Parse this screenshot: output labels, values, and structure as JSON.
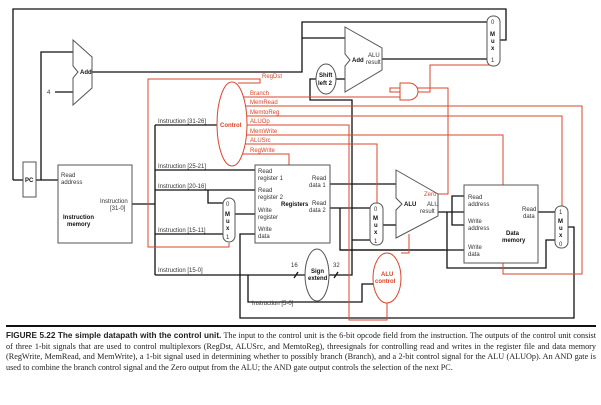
{
  "diagram": {
    "accent_color": "#d9462b",
    "pc": "PC",
    "pc_adder": "Add",
    "const_four": "4",
    "branch_adder": "Add",
    "branch_adder_result": [
      "ALU",
      "result"
    ],
    "shift_left": [
      "Shift",
      "left 2"
    ],
    "mux_letters": [
      "M",
      "u",
      "x"
    ],
    "mux_top": [
      "0",
      "1"
    ],
    "mux_regdst": [
      "0",
      "1"
    ],
    "mux_alusrc": [
      "0",
      "1"
    ],
    "mux_memtoreg": [
      "1",
      "0"
    ],
    "instruction_memory": {
      "read_address": [
        "Read",
        "address"
      ],
      "instruction": [
        "Instruction",
        "[31-0]"
      ],
      "name": [
        "Instruction",
        "memory"
      ]
    },
    "instruction_fields": [
      "Instruction [31-26]",
      "Instruction [25-21]",
      "Instruction [20-16]",
      "Instruction [15-11]",
      "Instruction [15-0]",
      "Instruction [5-0]"
    ],
    "control": "Control",
    "control_signals": [
      "RegDst",
      "Branch",
      "MemRead",
      "MemtoReg",
      "ALUOp",
      "MemWrite",
      "ALUSrc",
      "RegWrite"
    ],
    "registers": {
      "name": "Registers",
      "read_reg1": [
        "Read",
        "register 1"
      ],
      "read_reg2": [
        "Read",
        "register 2"
      ],
      "write_reg": [
        "Write",
        "register"
      ],
      "write_data": [
        "Write",
        "data"
      ],
      "read_data1": [
        "Read",
        "data 1"
      ],
      "read_data2": [
        "Read",
        "data 2"
      ]
    },
    "sign_extend": [
      "Sign",
      "extend"
    ],
    "bits_in": "16",
    "bits_out": "32",
    "alu": {
      "name": "ALU",
      "zero": "Zero",
      "result": [
        "ALU",
        "result"
      ]
    },
    "alu_control": [
      "ALU",
      "control"
    ],
    "data_memory": {
      "name": [
        "Data",
        "memory"
      ],
      "read_address": [
        "Read",
        "address"
      ],
      "write_address": [
        "Write",
        "address"
      ],
      "write_data": [
        "Write",
        "data"
      ],
      "read_data": [
        "Read",
        "data"
      ]
    }
  },
  "caption": {
    "label": "FIGURE 5.22 The simple datapath with the control unit.",
    "text": "The input to the control unit is the 6-bit opcode field from the instruction. The outputs of the control unit consist of three 1-bit signals that are used to control multiplexors (RegDst, ALUSrc, and MemtoReg), threesignals for controlling read and writes in the register file and data memory (RegWrite, MemRead, and MemWrite), a 1-bit signal used in determining whether to possibly branch (Branch), and a 2-bit control signal for the ALU (ALUOp). An AND gate is used to combine the branch control signal and the Zero output from the ALU; the AND gate output controls the selection of the next PC."
  }
}
